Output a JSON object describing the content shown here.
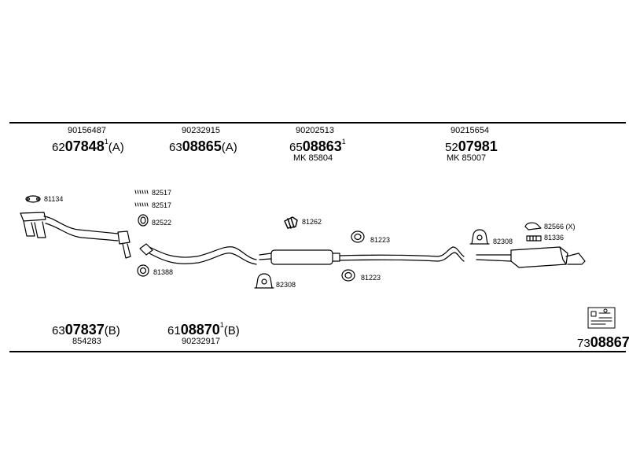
{
  "top_parts": [
    {
      "sub": "90156487",
      "prefix": "62",
      "bold": "07848",
      "mark": "1",
      "suffix": "(A)"
    },
    {
      "sub": "90232915",
      "prefix": "63",
      "bold": "08865",
      "mark": "",
      "suffix": "(A)"
    },
    {
      "sub": "90202513",
      "prefix": "65",
      "bold": "08863",
      "mark": "1",
      "suffix": "",
      "extra": "MK 85804"
    },
    {
      "sub": "90215654",
      "prefix": "52",
      "bold": "07981",
      "mark": "",
      "suffix": "",
      "extra": "MK 85007"
    }
  ],
  "bottom_parts": [
    {
      "prefix": "63",
      "bold": "07837",
      "mark": "",
      "suffix": "(B)",
      "sub": "854283"
    },
    {
      "prefix": "61",
      "bold": "08870",
      "mark": "1",
      "suffix": "(B)",
      "sub": "90232917"
    }
  ],
  "kit": {
    "prefix": "73",
    "bold": "08867"
  },
  "labels": {
    "l81134": "81134",
    "l82517a": "82517",
    "l82517b": "82517",
    "l82522": "82522",
    "l81388": "81388",
    "l81262": "81262",
    "l81223a": "81223",
    "l81223b": "81223",
    "l82308a": "82308",
    "l82308b": "82308",
    "l82566": "82566 (X)",
    "l81336": "81336"
  }
}
